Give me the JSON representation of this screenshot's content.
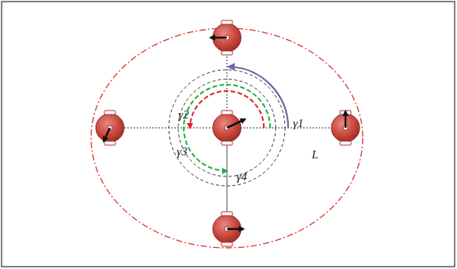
{
  "diagram": {
    "labels": [
      "γ2",
      "γ1",
      "L",
      "γ3",
      "γ4"
    ]
  }
}
